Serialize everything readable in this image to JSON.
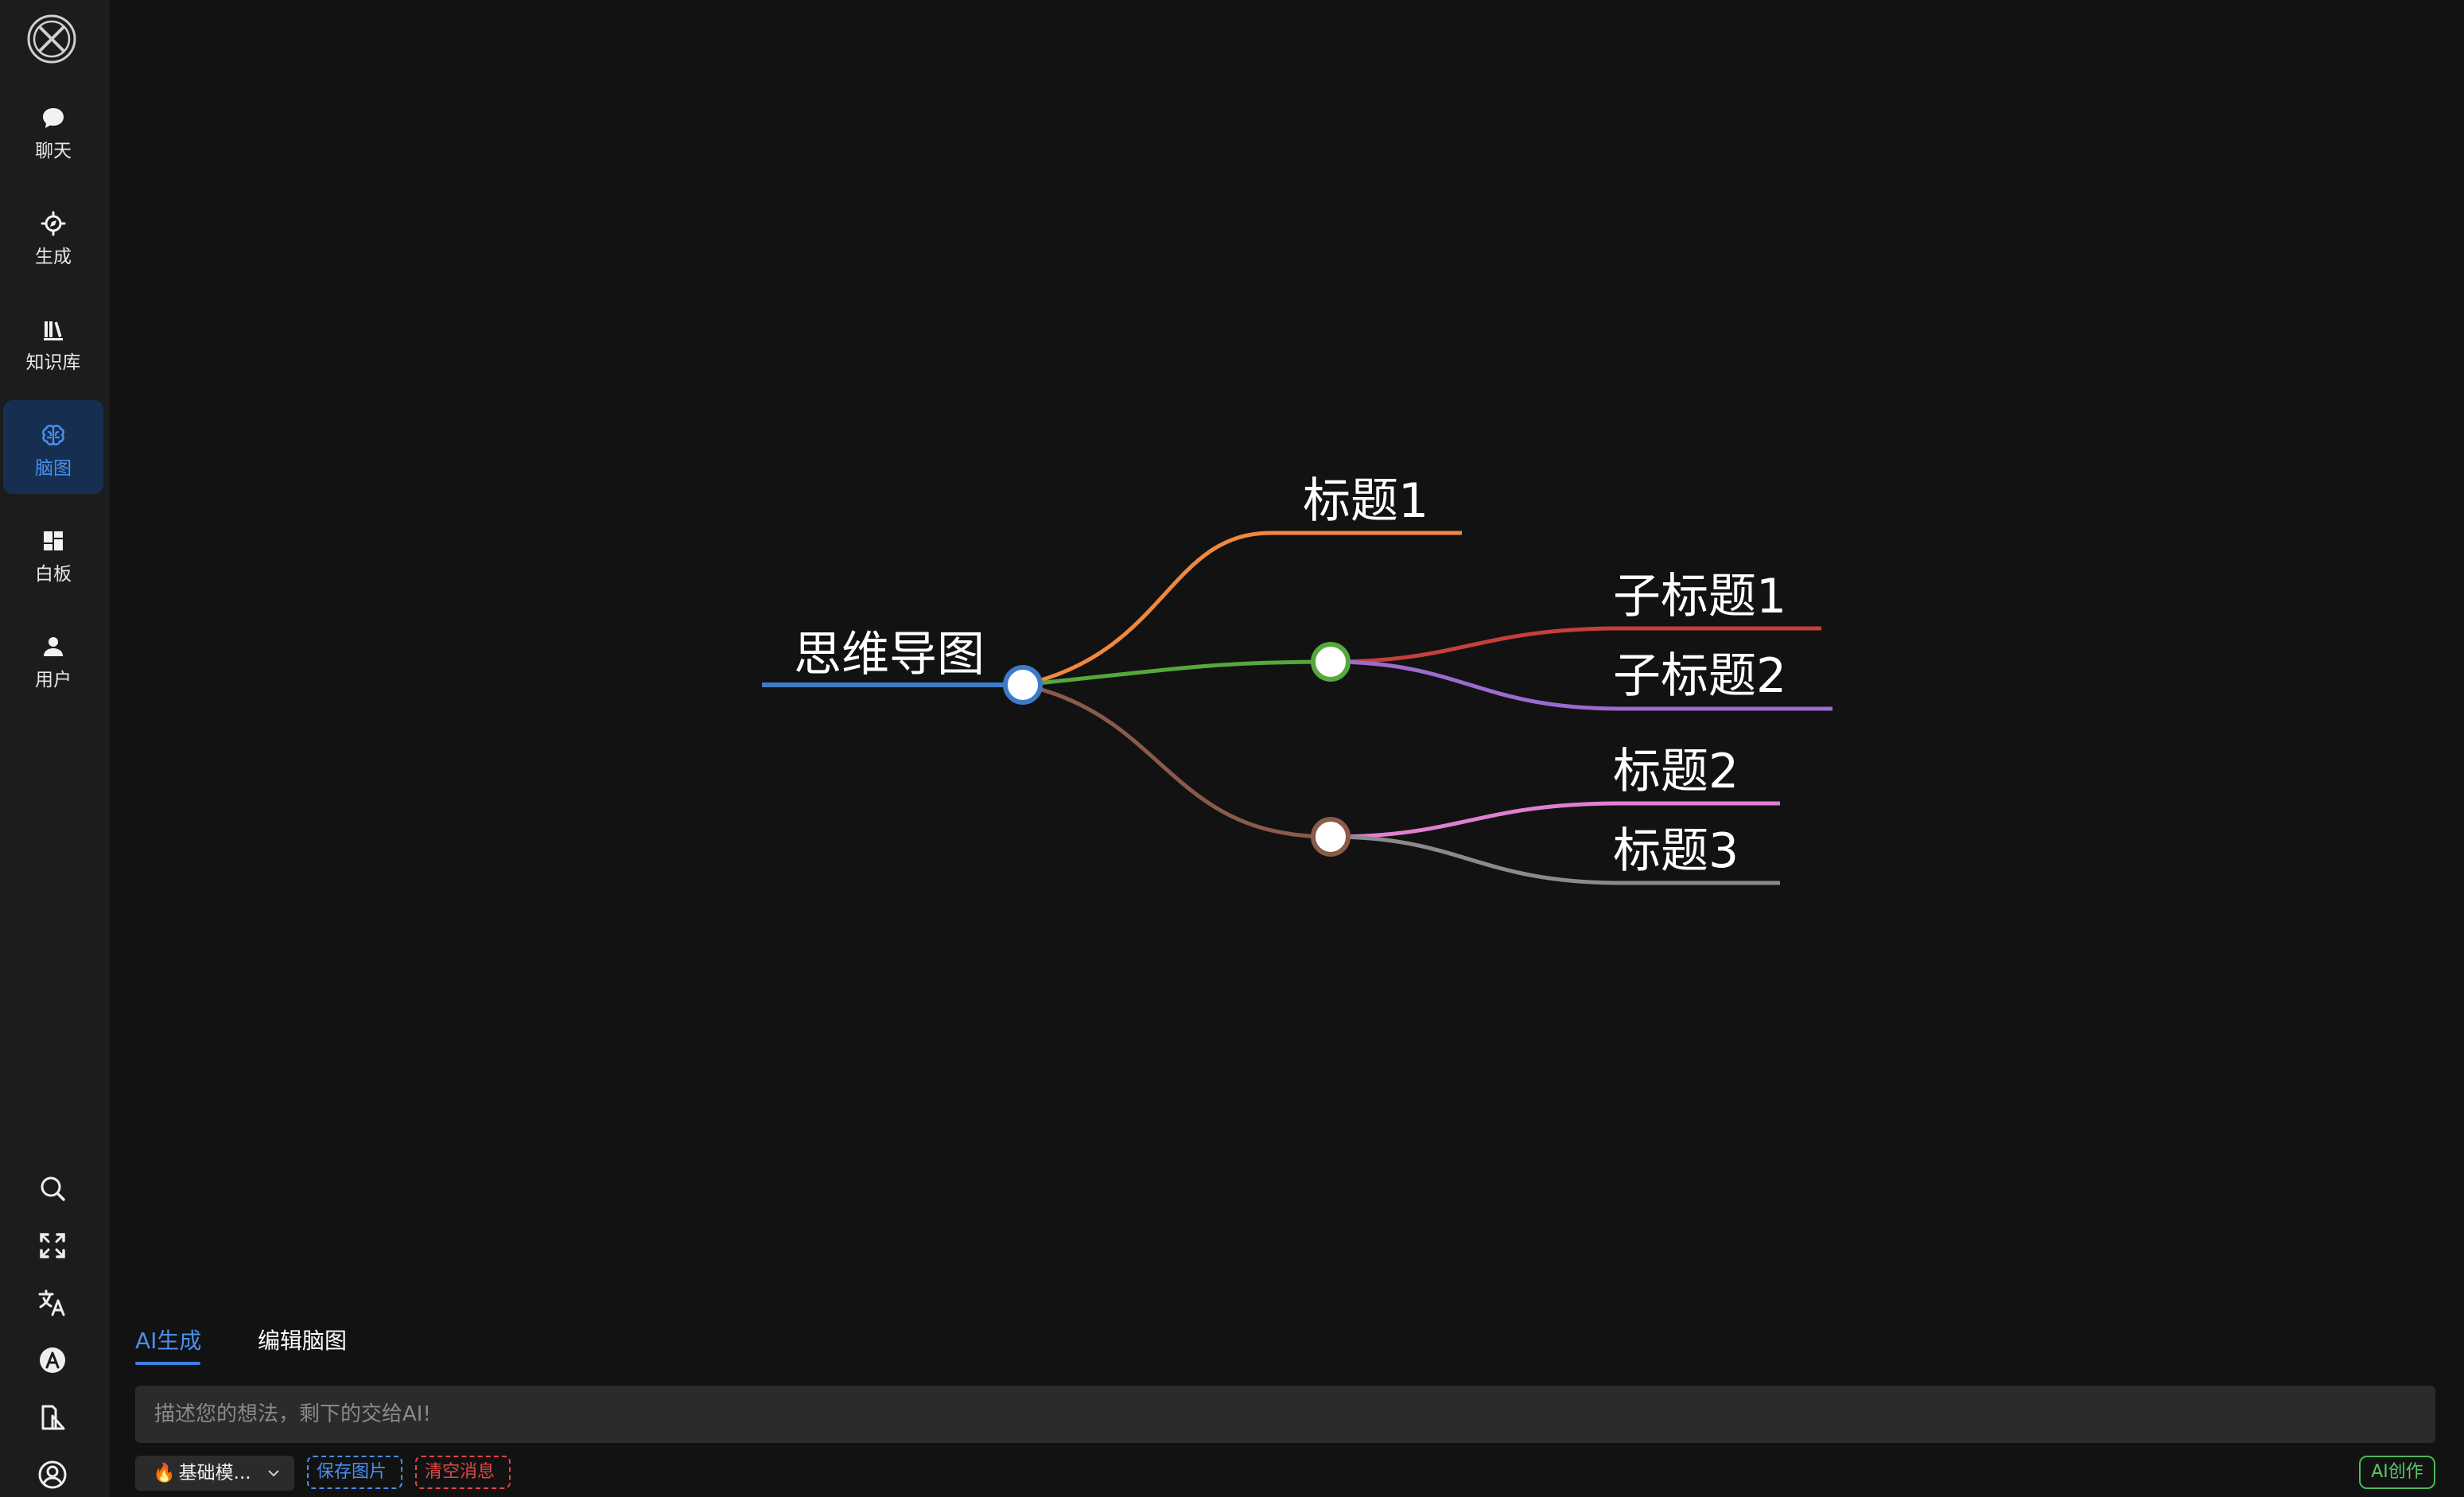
{
  "sidebar": {
    "logo": "x-logo-icon",
    "items": [
      {
        "label": "聊天",
        "icon": "chat-bubble-icon"
      },
      {
        "label": "生成",
        "icon": "compass-icon"
      },
      {
        "label": "知识库",
        "icon": "books-icon"
      },
      {
        "label": "脑图",
        "icon": "brain-icon",
        "active": true
      },
      {
        "label": "白板",
        "icon": "dashboard-icon"
      },
      {
        "label": "用户",
        "icon": "user-icon"
      }
    ],
    "tools": [
      "search-icon",
      "fullscreen-icon",
      "translate-icon",
      "theme-a-icon",
      "docs-icon",
      "account-circle-icon"
    ]
  },
  "mindmap": {
    "root": {
      "label": "思维导图",
      "color": "#3d7bc6"
    },
    "nodes": [
      {
        "label": "标题1",
        "color": "#f0883e"
      },
      {
        "label": "子标题1",
        "color": "#c5403a"
      },
      {
        "label": "子标题2",
        "color": "#9b6bd0"
      },
      {
        "label": "标题2",
        "color": "#e07fcf"
      },
      {
        "label": "标题3",
        "color": "#8b8b8b"
      }
    ],
    "branch_colors": {
      "green": "#56a83c",
      "brown": "#8a5a4a"
    }
  },
  "panel": {
    "tabs": [
      {
        "label": "AI生成",
        "active": true
      },
      {
        "label": "编辑脑图"
      }
    ],
    "input_placeholder": "描述您的想法，剩下的交给AI!",
    "model_select": "基础模...",
    "save_image": "保存图片",
    "clear_messages": "清空消息",
    "ai_create": "AI创作"
  },
  "colors": {
    "background": "#121212",
    "sidebar": "#1c1c1c",
    "accent": "#4a8ff0",
    "danger": "#e04646",
    "success": "#4cb85a"
  }
}
